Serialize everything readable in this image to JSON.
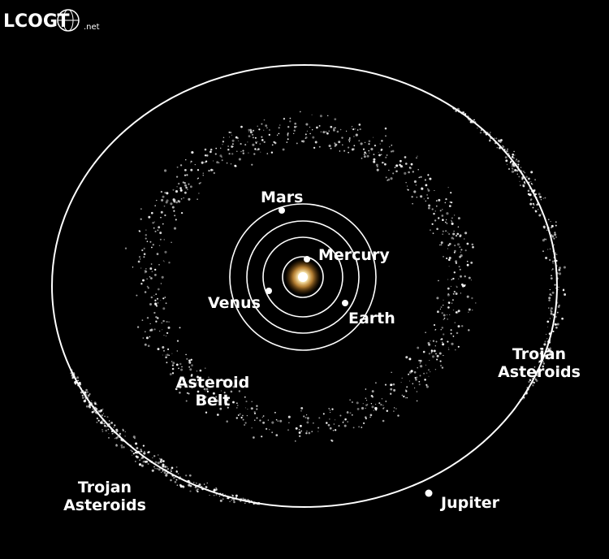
{
  "logo": {
    "name": "LCOGT",
    "suffix": ".net"
  },
  "labels": {
    "mercury": "Mercury",
    "venus": "Venus",
    "earth": "Earth",
    "mars": "Mars",
    "asteroid_belt_line1": "Asteroid",
    "asteroid_belt_line2": "Belt",
    "trojans_right_line1": "Trojan",
    "trojans_right_line2": "Asteroids",
    "trojans_left_line1": "Trojan",
    "trojans_left_line2": "Asteroids",
    "jupiter": "Jupiter"
  },
  "colors": {
    "background": "#000000",
    "orbit": "#ffffff",
    "sun_core": "#ffffff",
    "sun_glow": "#ffb347",
    "asteroid": "#ffffff"
  }
}
